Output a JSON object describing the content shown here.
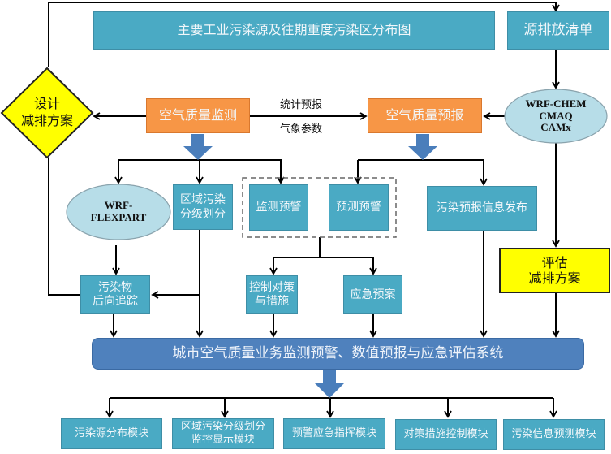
{
  "diagram": {
    "title_box": "主要工业污染源及往期重度污染区分布图",
    "source_inventory": "源排放清单",
    "design_plan": [
      "设计",
      "减排方案"
    ],
    "monitoring": "空气质量监测",
    "forecast": "空气质量预报",
    "edge_label_top": "统计预报",
    "edge_label_bottom": "气象参数",
    "chem_models": [
      "WRF-CHEM",
      "CMAQ",
      "CAMx"
    ],
    "flexpart_model": [
      "WRF-",
      "FLEXPART"
    ],
    "regional_grading": [
      "区域污染",
      "分级划分"
    ],
    "monitor_warning": "监测预警",
    "forecast_warning": "预测预警",
    "forecast_publish": "污染预报信息发布",
    "evaluate_plan": [
      "评估",
      "减排方案"
    ],
    "backtrack": [
      "污染物",
      "后向追踪"
    ],
    "control_measures": [
      "控制对策",
      "与措施"
    ],
    "emergency_plan": "应急预案",
    "system": "城市空气质量业务监测预警、数值预报与应急评估系统",
    "modules": [
      [
        "污染源分布模块"
      ],
      [
        "区域污染分级划分",
        "监控显示模块"
      ],
      [
        "预警应急指挥模块"
      ],
      [
        "对策措施控制模块"
      ],
      [
        "污染信息预测模块"
      ]
    ]
  },
  "colors": {
    "teal": "#4aaac4",
    "orange": "#f79646",
    "yellow": "#ffff00",
    "system_blue": "#4f81bd",
    "ellipse": "#b7dde8",
    "arrow_blue": "#4a7ebb"
  }
}
